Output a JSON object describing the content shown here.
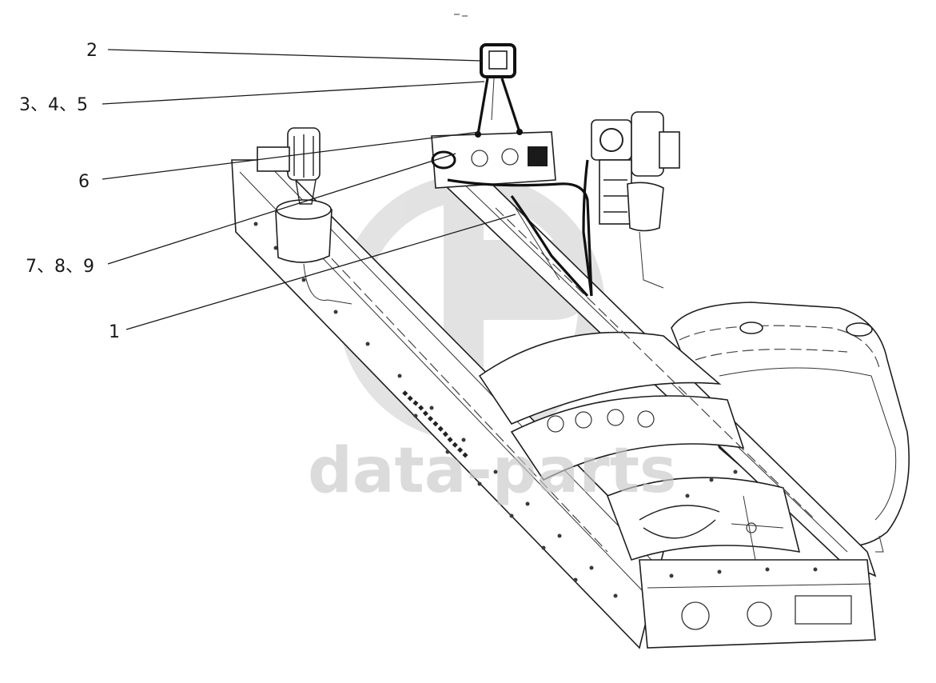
{
  "diagram": {
    "callouts": [
      {
        "id": "callout-2",
        "label": "2"
      },
      {
        "id": "callout-3-4-5",
        "label": "3、4、5"
      },
      {
        "id": "callout-6",
        "label": "6"
      },
      {
        "id": "callout-7-8-9",
        "label": "7、8、9"
      },
      {
        "id": "callout-1",
        "label": "1"
      }
    ],
    "watermark": {
      "text": "data-parts",
      "color": "#c8c8c8"
    }
  }
}
